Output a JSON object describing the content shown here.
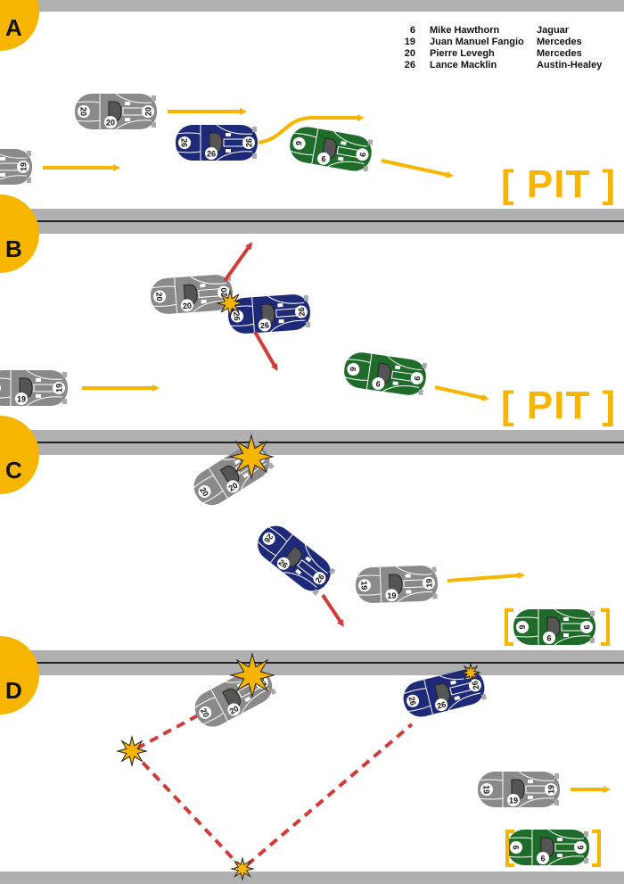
{
  "legend": {
    "rows": [
      {
        "number": "6",
        "driver": "Mike Hawthorn",
        "team": "Jaguar"
      },
      {
        "number": "19",
        "driver": "Juan Manuel Fangio",
        "team": "Mercedes"
      },
      {
        "number": "20",
        "driver": "Pierre Levegh",
        "team": "Mercedes"
      },
      {
        "number": "26",
        "driver": "Lance Macklin",
        "team": "Austin-Healey"
      }
    ]
  },
  "panels": [
    {
      "label": "A",
      "pit_label": "[ PIT ]"
    },
    {
      "label": "B",
      "pit_label": "[ PIT ]"
    },
    {
      "label": "C"
    },
    {
      "label": "D"
    }
  ],
  "cars": {
    "6": {
      "number": "6",
      "color": "#1f6b2a"
    },
    "19": {
      "number": "19",
      "color": "#8a8a8a"
    },
    "20": {
      "number": "20",
      "color": "#8a8a8a"
    },
    "26": {
      "number": "26",
      "color": "#1e2a78"
    }
  },
  "colors": {
    "track": "#b0b0b0",
    "accent": "#f7b500",
    "impact": "#d33a3a"
  }
}
